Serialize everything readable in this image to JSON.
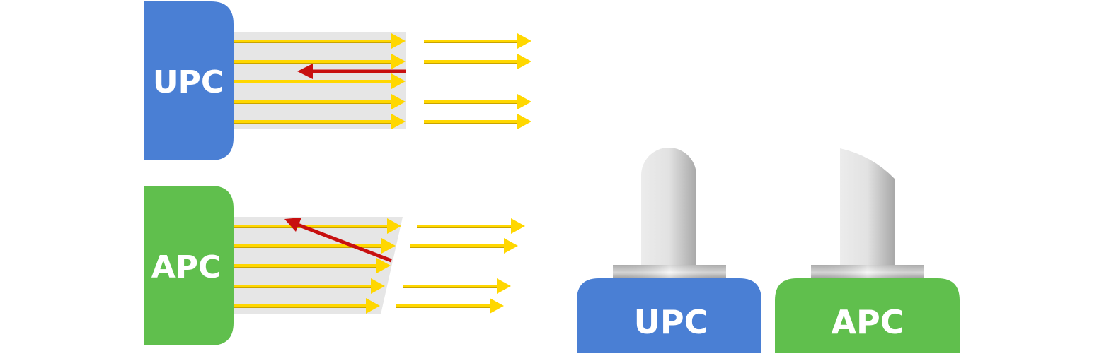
{
  "diagram": {
    "upc_block_label": "UPC",
    "apc_block_label": "APC",
    "upc_connector_label": "UPC",
    "apc_connector_label": "APC"
  },
  "colors": {
    "upc": "#4a7fd4",
    "apc": "#60bf4d",
    "light_ray": "#ffd700",
    "reflection": "#c81010",
    "fiber": "#e6e6e6",
    "ferrule": "#d6d6d6"
  },
  "icons": {
    "forward_ray": "arrow-right-icon",
    "reflected_ray": "arrow-left-icon"
  }
}
